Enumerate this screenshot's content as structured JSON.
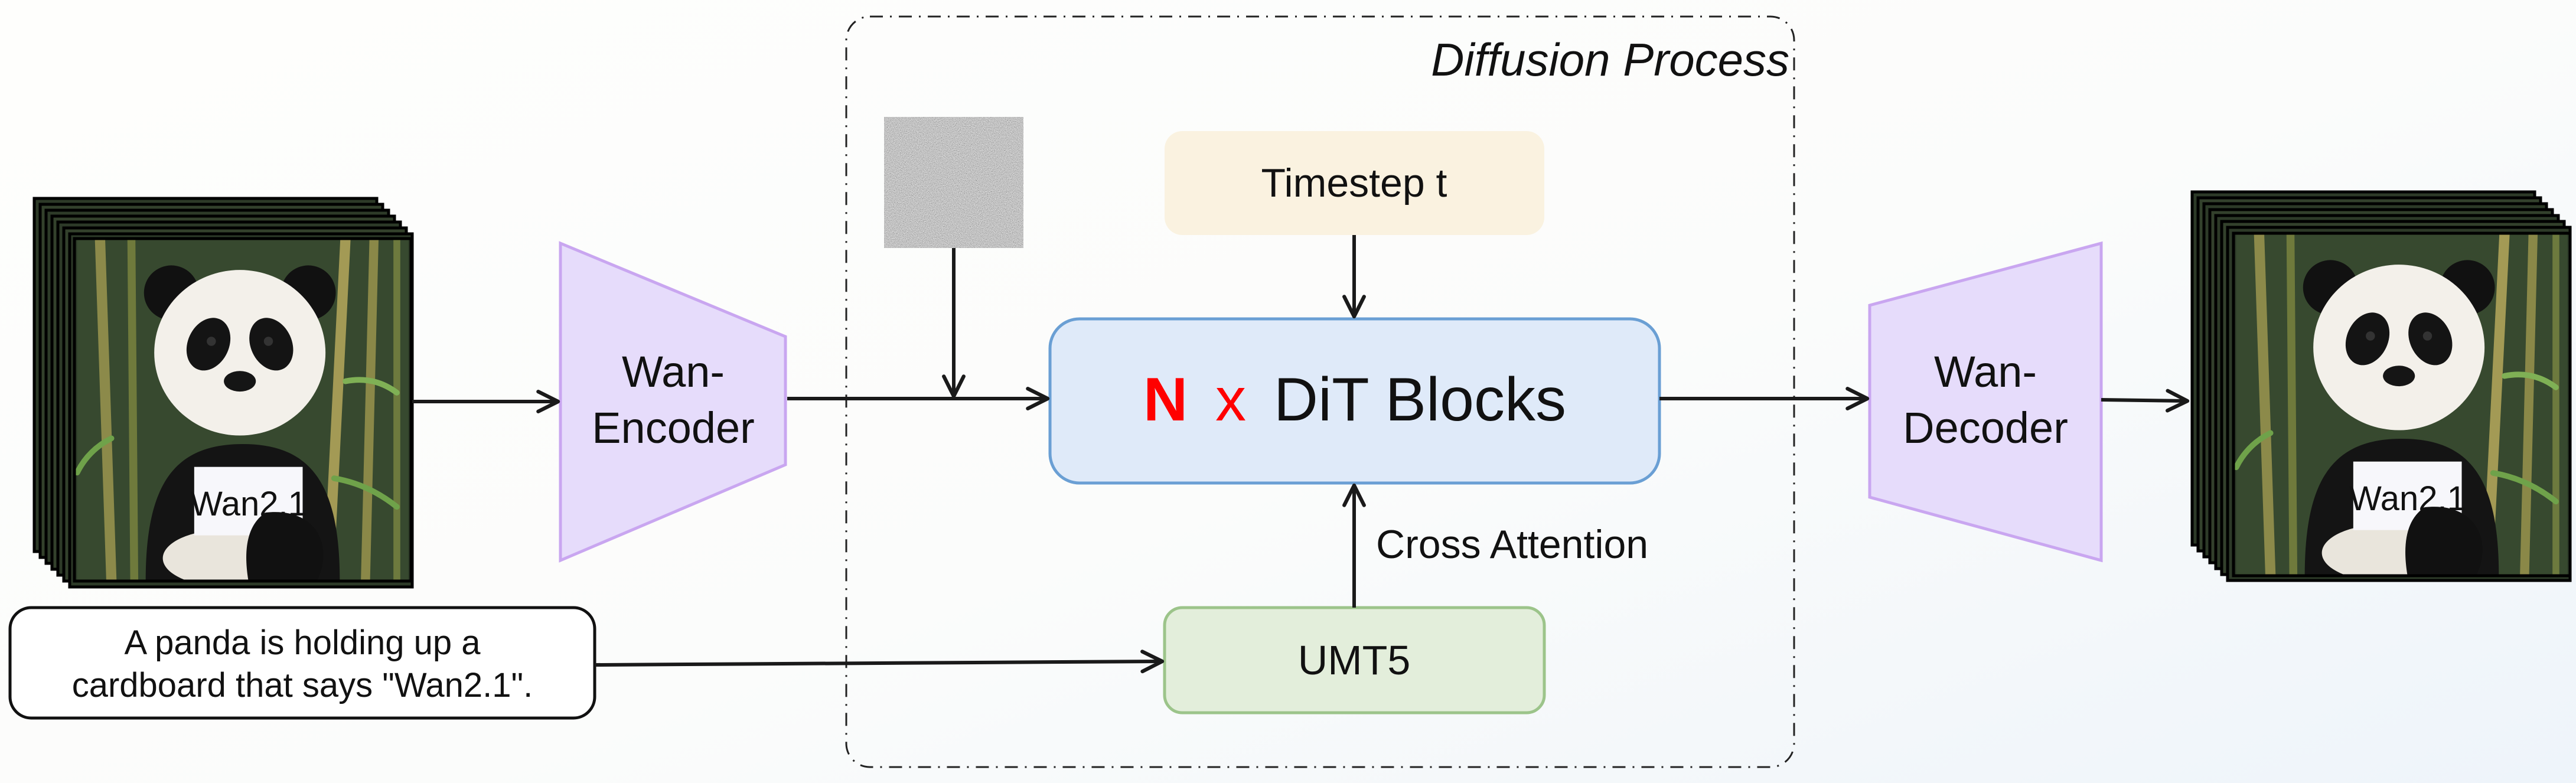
{
  "diffusion_label": "Diffusion Process",
  "timestep_label": "Timestep t",
  "dit": {
    "multiplier": "N",
    "times": "x",
    "label": "DiT Blocks"
  },
  "cross_attention_label": "Cross Attention",
  "umt5_label": "UMT5",
  "encoder": {
    "line1": "Wan-",
    "line2": "Encoder"
  },
  "decoder": {
    "line1": "Wan-",
    "line2": "Decoder"
  },
  "prompt": {
    "line1": "A panda is holding up a",
    "line2": "cardboard that says \"Wan2.1\"."
  },
  "panda_sign_text": "Wan2.1",
  "colors": {
    "timestep_fill": "#faf2e0",
    "dit_fill": "#dfeaf9",
    "dit_stroke": "#6a9fd4",
    "umt5_fill": "#e3eedb",
    "umt5_stroke": "#9cc48a",
    "coder_fill": "#e6dcfb",
    "coder_stroke": "#c9a6f0",
    "highlight": "#ff0000"
  }
}
